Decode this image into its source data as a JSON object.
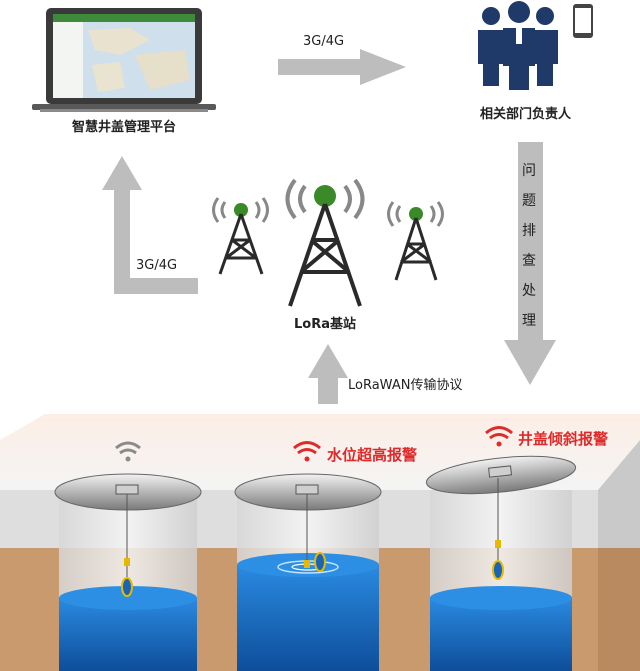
{
  "platform": {
    "label": "智慧井盖管理平台"
  },
  "people": {
    "label": "相关部门负责人"
  },
  "link_top": {
    "label": "3G/4G"
  },
  "link_left": {
    "label": "3G/4G"
  },
  "station": {
    "label": "LoRa基站"
  },
  "protocol": {
    "label": "LoRaWAN传输协议"
  },
  "process": {
    "chars": [
      "问",
      "题",
      "排",
      "查",
      "处",
      "理"
    ]
  },
  "wells": [
    {
      "alert": "",
      "status": "normal"
    },
    {
      "alert": "水位超高报警",
      "status": "water-high"
    },
    {
      "alert": "井盖倾斜报警",
      "status": "tilt"
    }
  ],
  "colors": {
    "alert": "#e02a2a",
    "arrow": "#bdbdbd",
    "water": "#1a63b5",
    "tower_light": "#3a8a2a",
    "person": "#1f3a68"
  }
}
